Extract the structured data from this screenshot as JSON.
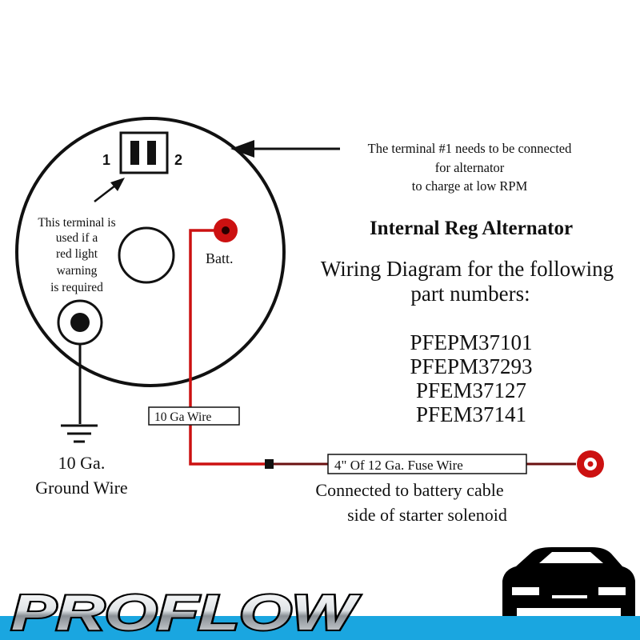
{
  "alternator": {
    "terminal_1_label": "1",
    "terminal_2_label": "2",
    "warning_note": [
      "This terminal is",
      "used if a",
      "red light",
      "warning",
      "is required"
    ],
    "batt_label": "Batt."
  },
  "terminal_note": [
    "The terminal #1 needs to be connected",
    "for alternator",
    "to charge at low RPM"
  ],
  "title": "Internal Reg Alternator",
  "subtitle": [
    "Wiring Diagram for the following",
    "part numbers:"
  ],
  "part_numbers": [
    "PFEPM37101",
    "PFEPM37293",
    "PFEM37127",
    "PFEM37141"
  ],
  "wires": {
    "ten_ga_wire": "10 Ga Wire",
    "fuse_wire": "4\" Of 12 Ga. Fuse Wire",
    "ground_wire": [
      "10 Ga.",
      "Ground Wire"
    ],
    "battery_note": [
      "Connected to battery cable",
      "side of starter solenoid"
    ]
  },
  "branding": {
    "logo_text": "PROFLOW"
  },
  "colors": {
    "wire_red": "#cc1111",
    "fuse_wire_dark": "#6a1010",
    "brand_blue": "#1aa6e0",
    "ink": "#111111"
  }
}
